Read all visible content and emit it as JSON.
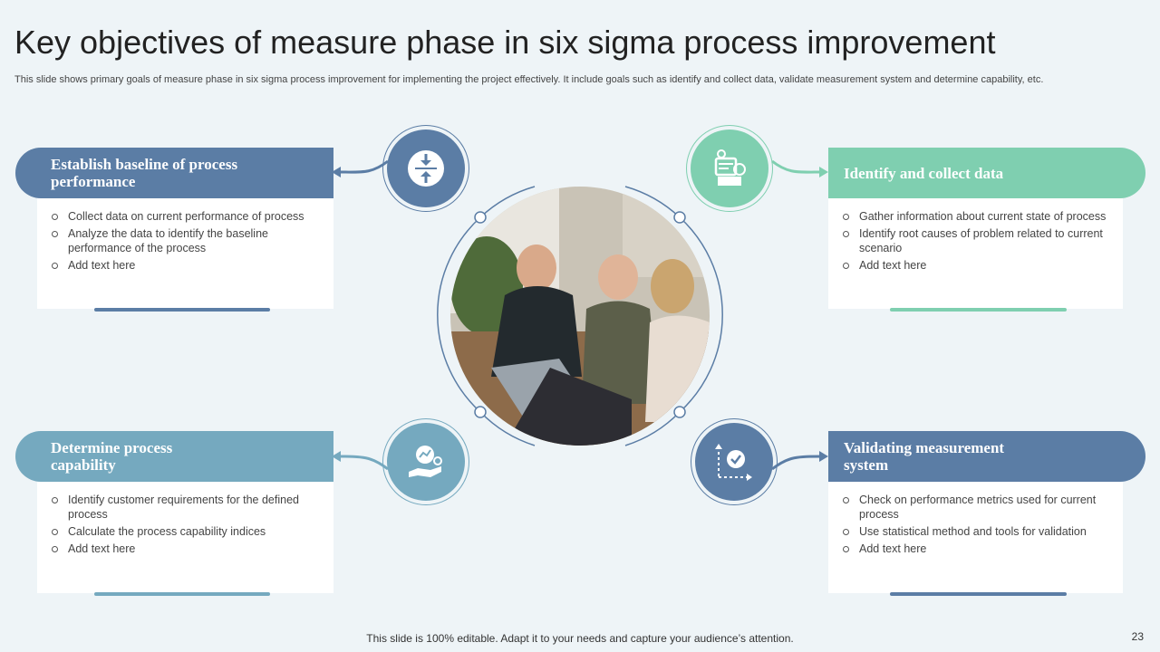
{
  "slide": {
    "title": "Key objectives of measure phase in six sigma process improvement",
    "subtitle": "This slide shows primary goals of measure phase in six sigma process improvement for implementing the project effectively. It include goals such as identify and collect data, validate measurement system and determine capability, etc.",
    "footer": "This slide is 100% editable. Adapt it to your needs and capture your audience’s attention.",
    "page_number": "23"
  },
  "colors": {
    "blue": "#5b7da5",
    "green": "#7fcfb0",
    "teal": "#75a9bf",
    "background": "#eef4f7"
  },
  "objectives": {
    "top_left": {
      "title": "Establish baseline of process performance",
      "icon": "compress-arrows-icon",
      "bullets": [
        "Collect data on current performance of process",
        "Analyze the data to identify the baseline performance of the process",
        "Add text here"
      ]
    },
    "top_right": {
      "title": "Identify and collect data",
      "icon": "data-collection-icon",
      "bullets": [
        "Gather information about current state of process",
        "Identify root causes of problem related to current scenario",
        "Add text here"
      ]
    },
    "bottom_left": {
      "title": "Determine process capability",
      "icon": "hand-growth-icon",
      "bullets": [
        "Identify customer requirements for the defined process",
        "Calculate the process capability indices",
        "Add text here"
      ]
    },
    "bottom_right": {
      "title": "Validating measurement system",
      "icon": "checkmark-target-icon",
      "bullets": [
        "Check on performance metrics used for current process",
        "Use statistical method and tools for validation",
        "Add text here"
      ]
    }
  }
}
